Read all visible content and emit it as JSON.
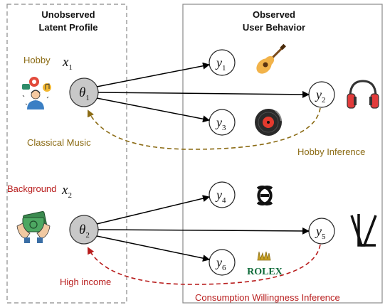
{
  "panels": {
    "left": {
      "title_line1": "Unobserved",
      "title_line2": "Latent Profile"
    },
    "right": {
      "title_line1": "Observed",
      "title_line2": "User Behavior"
    }
  },
  "profiles": [
    {
      "attribute_label": "Hobby",
      "x_symbol": "x",
      "x_subscript": "1",
      "theta_symbol": "θ",
      "theta_subscript": "1",
      "icon": "listener-with-music-icons",
      "inferred_value": "Classical Music",
      "inference_label": "Hobby Inference",
      "inference_color": "#8b6b14"
    },
    {
      "attribute_label": "Background",
      "x_symbol": "x",
      "x_subscript": "2",
      "theta_symbol": "θ",
      "theta_subscript": "2",
      "icon": "hands-holding-cash-icon",
      "inferred_value": "High income",
      "inference_label": "Consumption Willingness Inference",
      "inference_color": "#b81c1c"
    }
  ],
  "behaviors": [
    {
      "symbol": "y",
      "subscript": "1",
      "icon": "guitar-icon"
    },
    {
      "symbol": "y",
      "subscript": "2",
      "icon": "headphones-icon"
    },
    {
      "symbol": "y",
      "subscript": "3",
      "icon": "vinyl-record-icon"
    },
    {
      "symbol": "y",
      "subscript": "4",
      "icon": "gucci-logo-icon"
    },
    {
      "symbol": "y",
      "subscript": "5",
      "icon": "louis-vuitton-logo-icon"
    },
    {
      "symbol": "y",
      "subscript": "6",
      "icon": "rolex-logo-icon",
      "logo_text": "ROLEX"
    }
  ],
  "colors": {
    "panel_border": "#8a8a8a",
    "latent_node_fill": "#c8c8c8",
    "observed_node_fill": "#ffffff",
    "edge": "#000000",
    "hobby_accent": "#8b6b14",
    "background_accent": "#b81c1c"
  }
}
